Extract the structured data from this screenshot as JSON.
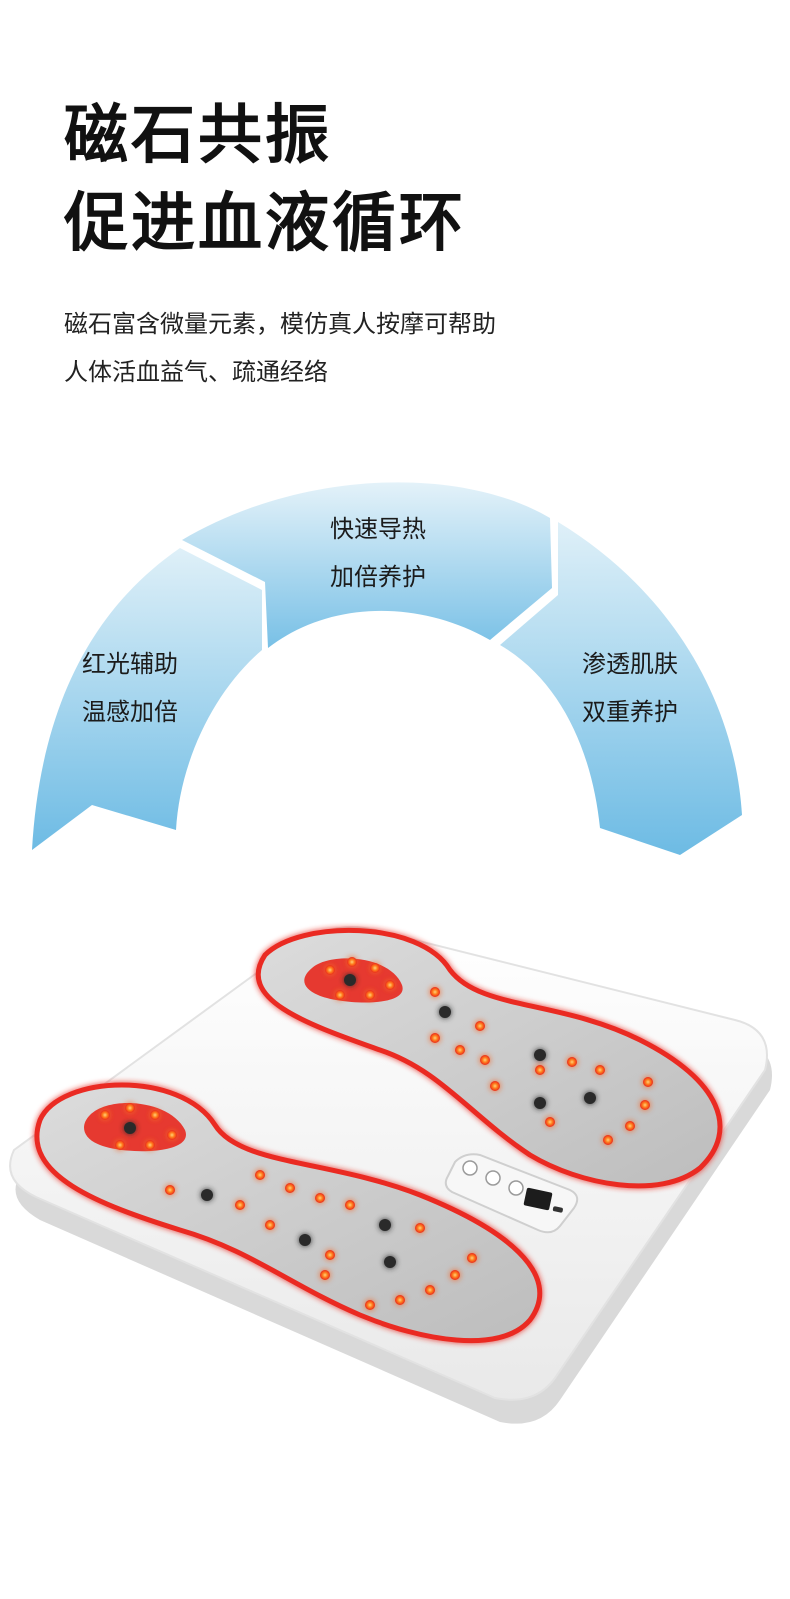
{
  "headline": {
    "line1": "磁石共振",
    "line2": "促进血液循环"
  },
  "subtitle": {
    "line1": "磁石富含微量元素，模仿真人按摩可帮助",
    "line2": "人体活血益气、疏通经络"
  },
  "features": [
    {
      "line1": "红光辅助",
      "line2": "温感加倍"
    },
    {
      "line1": "快速导热",
      "line2": "加倍养护"
    },
    {
      "line1": "渗透肌肤",
      "line2": "双重养护"
    }
  ],
  "colors": {
    "arc_light": "#d6ecf7",
    "arc_dark": "#7cc1e6",
    "led_red": "#e8281e",
    "pad_white": "#f4f4f4"
  }
}
